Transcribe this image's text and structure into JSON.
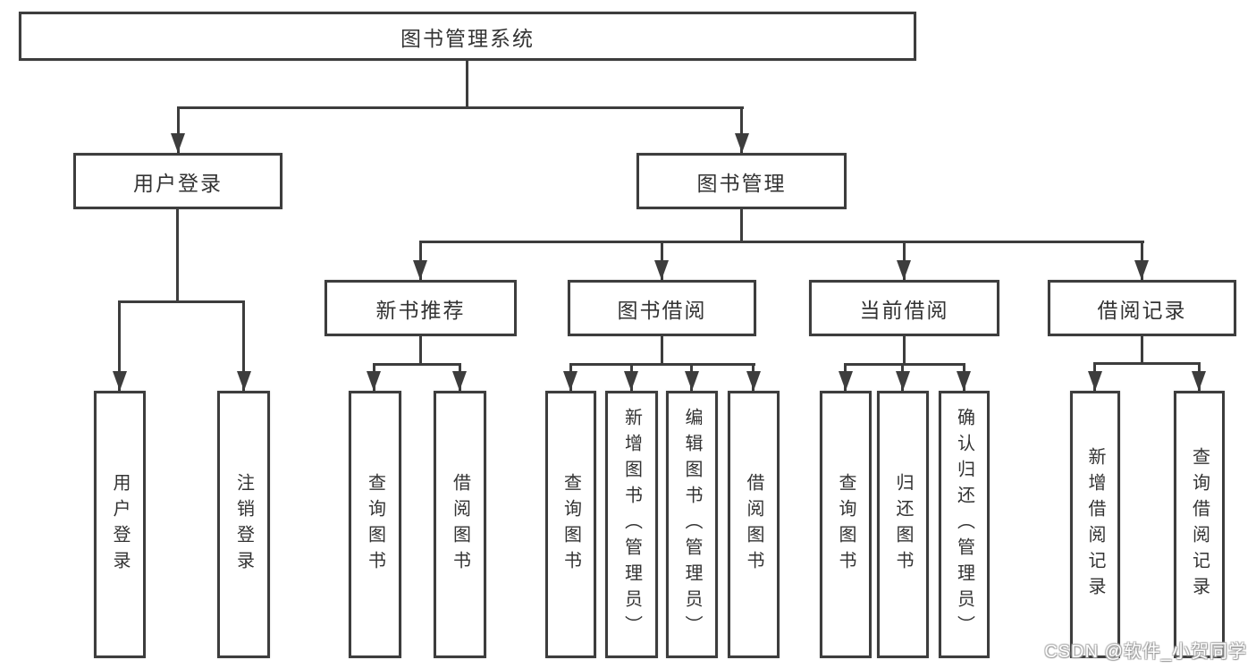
{
  "diagram": {
    "tree": {
      "label": "图书管理系统",
      "children": [
        {
          "label": "用户登录",
          "children": [
            {
              "label": "用户登录"
            },
            {
              "label": "注销登录"
            }
          ]
        },
        {
          "label": "图书管理",
          "children": [
            {
              "label": "新书推荐",
              "children": [
                {
                  "label": "查询图书"
                },
                {
                  "label": "借阅图书"
                }
              ]
            },
            {
              "label": "图书借阅",
              "children": [
                {
                  "label": "查询图书"
                },
                {
                  "label": "新增图书（管理员）"
                },
                {
                  "label": "编辑图书（管理员）"
                },
                {
                  "label": "借阅图书"
                }
              ]
            },
            {
              "label": "当前借阅",
              "children": [
                {
                  "label": "查询图书"
                },
                {
                  "label": "归还图书"
                },
                {
                  "label": "确认归还（管理员）"
                }
              ]
            },
            {
              "label": "借阅记录",
              "children": [
                {
                  "label": "新增借阅记录"
                },
                {
                  "label": "查询借阅记录"
                }
              ]
            }
          ]
        }
      ]
    },
    "colors": {
      "line": "#3d3d3d",
      "text": "#333333",
      "background": "#ffffff",
      "watermark_fill": "#ffffff",
      "watermark_outline": "#a0a0a0"
    }
  },
  "watermark": {
    "text": "CSDN @软件_小贺同学"
  }
}
